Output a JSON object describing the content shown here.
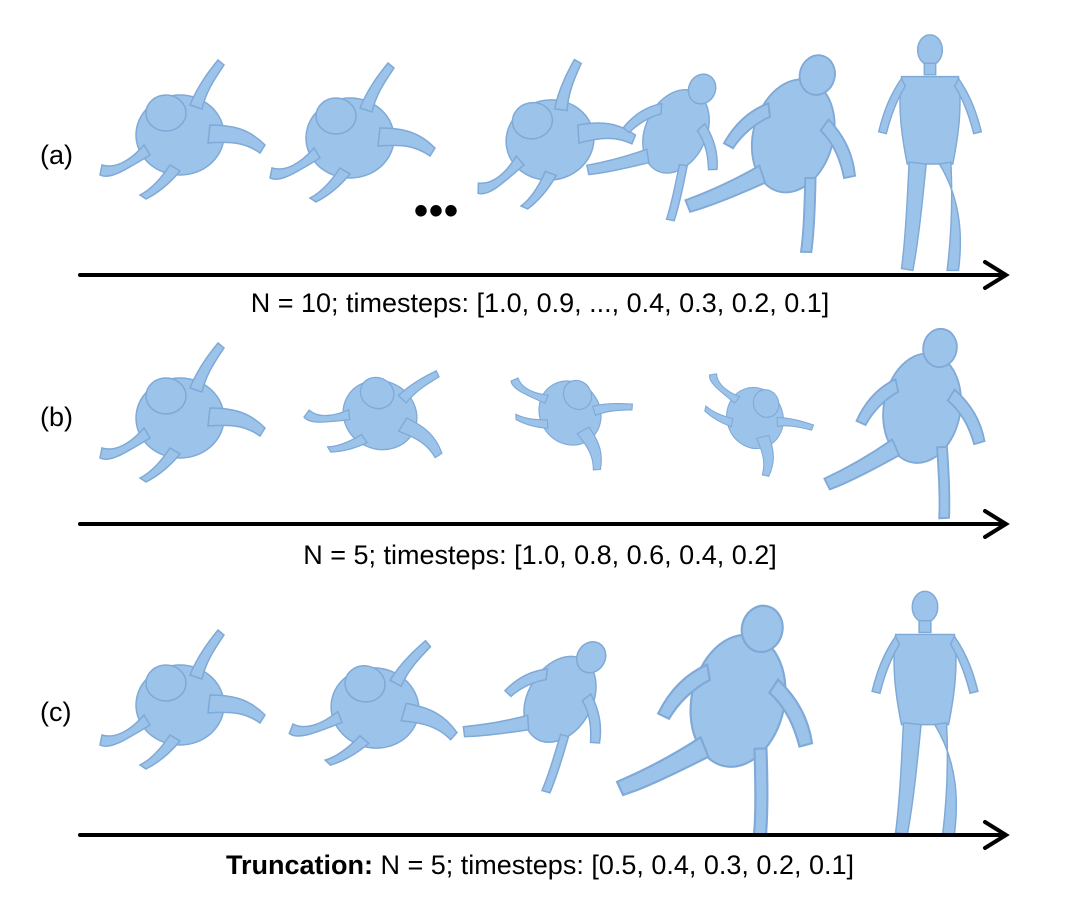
{
  "rows": [
    {
      "label": "(a)",
      "caption_prefix": "",
      "caption": "N = 10; timesteps: [1.0, 0.9, ..., 0.4, 0.3, 0.2, 0.1]",
      "ellipsis": "•••"
    },
    {
      "label": "(b)",
      "caption_prefix": "",
      "caption": "N = 5; timesteps: [1.0, 0.8, 0.6, 0.4, 0.2]"
    },
    {
      "label": "(c)",
      "caption_prefix": "Truncation:",
      "caption": " N = 5; timesteps: [0.5, 0.4, 0.3, 0.2, 0.1]"
    }
  ],
  "colors": {
    "body": "#9cc3ea",
    "body_shade": "#7fa9d6",
    "arrow": "#000000"
  },
  "icons": {
    "figure": "human-mesh-figure",
    "arrow": "arrow-right-icon"
  }
}
